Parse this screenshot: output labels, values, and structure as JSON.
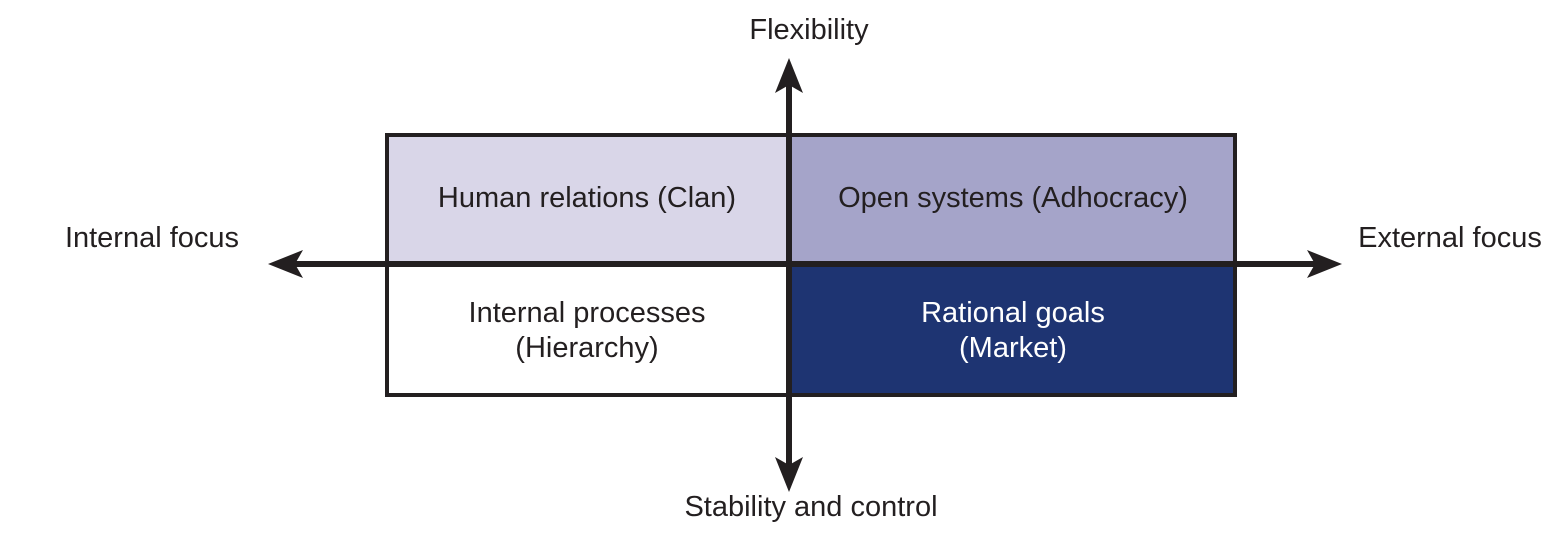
{
  "axis_labels": {
    "top": "Flexibility",
    "bottom": "Stability and control",
    "left": "Internal focus",
    "right": "External focus"
  },
  "quadrants": [
    {
      "position": "top-left",
      "lines": [
        "Human relations (Clan)"
      ]
    },
    {
      "position": "top-right",
      "lines": [
        "Open systems (Adhocracy)"
      ]
    },
    {
      "position": "bottom-left",
      "lines": [
        "Internal processes",
        "(Hierarchy)"
      ]
    },
    {
      "position": "bottom-right",
      "lines": [
        "Rational goals",
        "(Market)"
      ]
    }
  ],
  "colors": {
    "quadrant_top_left_bg": "#d9d6e8",
    "quadrant_top_right_bg": "#a5a4c9",
    "quadrant_bottom_left_bg": "#ffffff",
    "quadrant_bottom_right_bg": "#1e3472",
    "quadrant_bottom_right_text": "#ffffff",
    "axis_and_border": "#231f20",
    "text": "#231f20",
    "background": "#ffffff"
  }
}
